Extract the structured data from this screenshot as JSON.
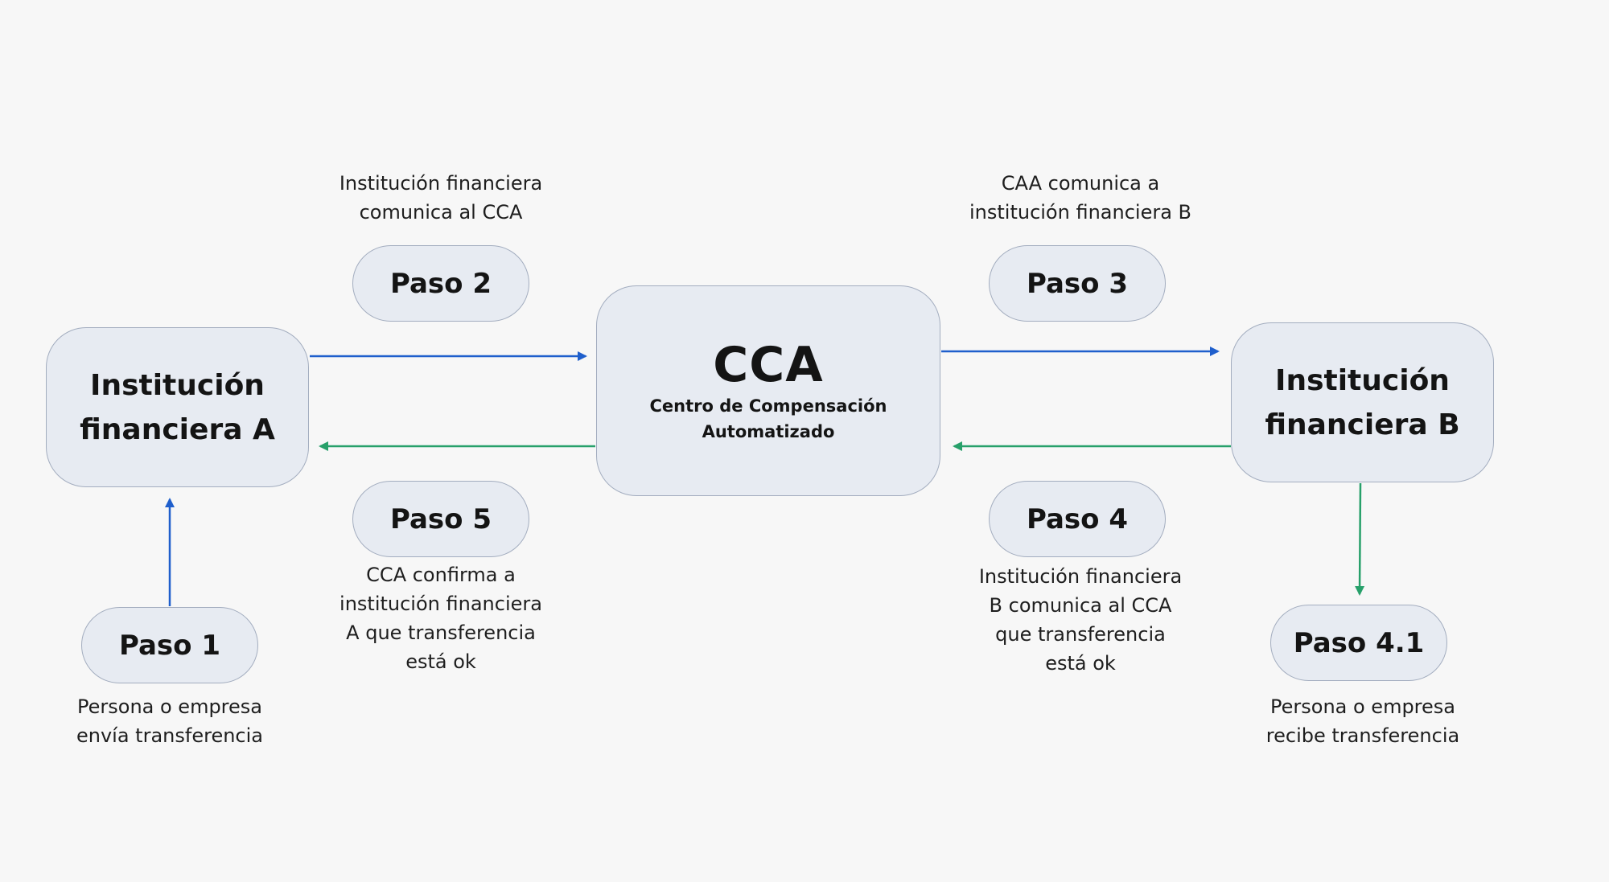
{
  "nodes": {
    "inst_a": [
      "Institución",
      "financiera A"
    ],
    "cca": {
      "title": "CCA",
      "subtitle": [
        "Centro de Compensación",
        "Automatizado"
      ]
    },
    "inst_b": [
      "Institución",
      "financiera B"
    ]
  },
  "steps": {
    "paso1": {
      "label": "Paso 1",
      "caption": [
        "Persona o empresa",
        "envía transferencia"
      ]
    },
    "paso2": {
      "label": "Paso 2",
      "caption": [
        "Institución financiera",
        "comunica al CCA"
      ]
    },
    "paso3": {
      "label": "Paso 3",
      "caption": [
        "CAA comunica a",
        "institución financiera B"
      ]
    },
    "paso4": {
      "label": "Paso 4",
      "caption": [
        "Institución financiera",
        "B comunica al CCA",
        "que transferencia",
        "está ok"
      ]
    },
    "paso5": {
      "label": "Paso 5",
      "caption": [
        "CCA confirma a",
        "institución financiera",
        "A que transferencia",
        "está ok"
      ]
    },
    "paso4_1": {
      "label": "Paso 4.1",
      "caption": [
        "Persona o empresa",
        "recibe transferencia"
      ]
    }
  },
  "colors": {
    "blue_arrow": "#1f5fcc",
    "green_arrow": "#27a06a",
    "node_fill": "#e7ebf2",
    "node_border": "#a3adbf"
  }
}
